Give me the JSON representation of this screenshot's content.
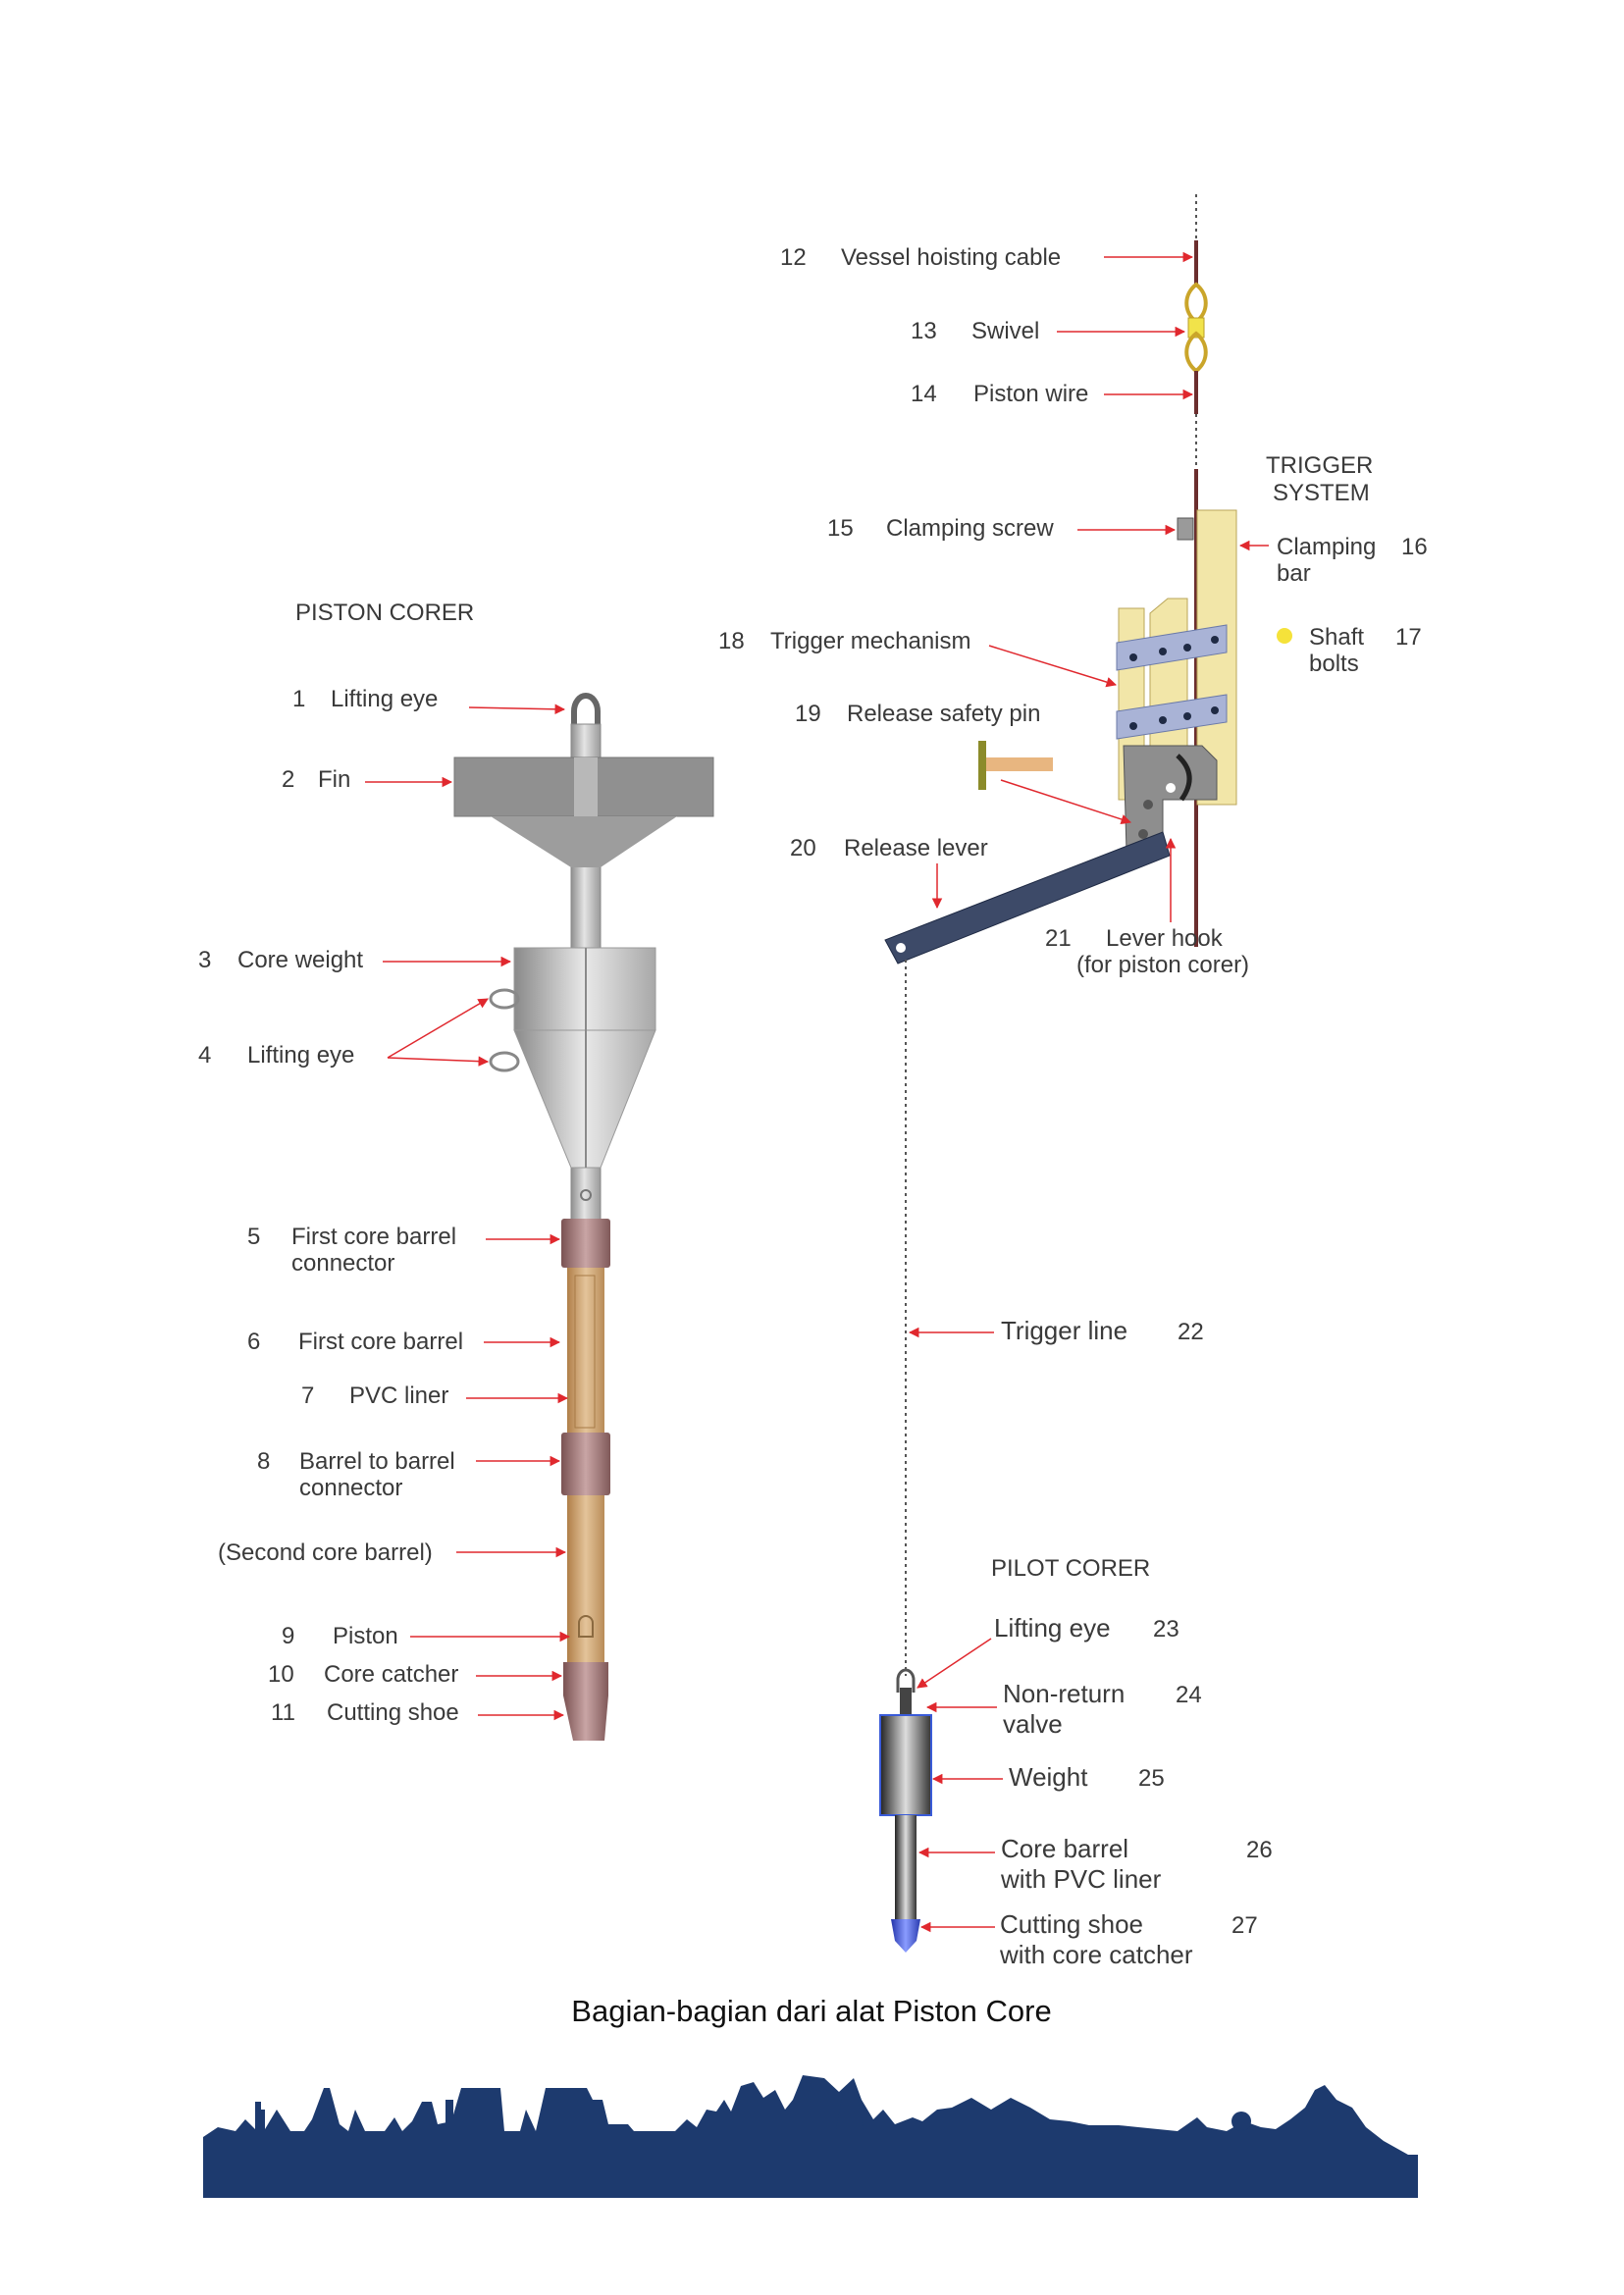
{
  "titles": {
    "piston_corer": "PISTON CORER",
    "trigger_system": [
      "TRIGGER",
      "SYSTEM"
    ],
    "pilot_corer": "PILOT CORER"
  },
  "labels": {
    "l1": {
      "num": "1",
      "text": [
        "Lifting eye"
      ]
    },
    "l2": {
      "num": "2",
      "text": [
        "Fin"
      ]
    },
    "l3": {
      "num": "3",
      "text": [
        "Core weight"
      ]
    },
    "l4": {
      "num": "4",
      "text": [
        "Lifting eye"
      ]
    },
    "l5": {
      "num": "5",
      "text": [
        "First core barrel",
        "connector"
      ]
    },
    "l6": {
      "num": "6",
      "text": [
        "First core barrel"
      ]
    },
    "l7": {
      "num": "7",
      "text": [
        "PVC liner"
      ]
    },
    "l8": {
      "num": "8",
      "text": [
        "Barrel to barrel",
        "connector"
      ]
    },
    "l8b": {
      "num": "",
      "text": [
        "(Second core barrel)"
      ]
    },
    "l9": {
      "num": "9",
      "text": [
        "Piston"
      ]
    },
    "l10": {
      "num": "10",
      "text": [
        "Core catcher"
      ]
    },
    "l11": {
      "num": "11",
      "text": [
        "Cutting shoe"
      ]
    },
    "l12": {
      "num": "12",
      "text": [
        "Vessel hoisting cable"
      ]
    },
    "l13": {
      "num": "13",
      "text": [
        "Swivel"
      ]
    },
    "l14": {
      "num": "14",
      "text": [
        "Piston wire"
      ]
    },
    "l15": {
      "num": "15",
      "text": [
        "Clamping screw"
      ]
    },
    "l16": {
      "num": "16",
      "text": [
        "Clamping",
        "bar"
      ]
    },
    "l17": {
      "num": "17",
      "text": [
        "Shaft",
        "bolts"
      ]
    },
    "l18": {
      "num": "18",
      "text": [
        "Trigger mechanism"
      ]
    },
    "l19": {
      "num": "19",
      "text": [
        "Release safety pin"
      ]
    },
    "l20": {
      "num": "20",
      "text": [
        "Release lever"
      ]
    },
    "l21": {
      "num": "21",
      "text": [
        "Lever hook",
        "(for piston corer)"
      ]
    },
    "l22": {
      "num": "22",
      "text": [
        "Trigger line"
      ]
    },
    "l23": {
      "num": "23",
      "text": [
        "Lifting eye"
      ]
    },
    "l24": {
      "num": "24",
      "text": [
        "Non-return",
        "valve"
      ]
    },
    "l25": {
      "num": "25",
      "text": [
        "Weight"
      ]
    },
    "l26": {
      "num": "26",
      "text": [
        "Core barrel",
        "with PVC liner"
      ]
    },
    "l27": {
      "num": "27",
      "text": [
        "Cutting shoe",
        "with core catcher"
      ]
    }
  },
  "caption": "Bagian-bagian dari alat Piston Core",
  "colors": {
    "arrow": "#e0282e",
    "banner": "#1d3a6e",
    "barrel": "#c89a63",
    "connector": "#9c7070",
    "trigger_plate": "#f2e6a8",
    "lever": "#3d4a68",
    "bolt_dot": "#f5e23a"
  }
}
